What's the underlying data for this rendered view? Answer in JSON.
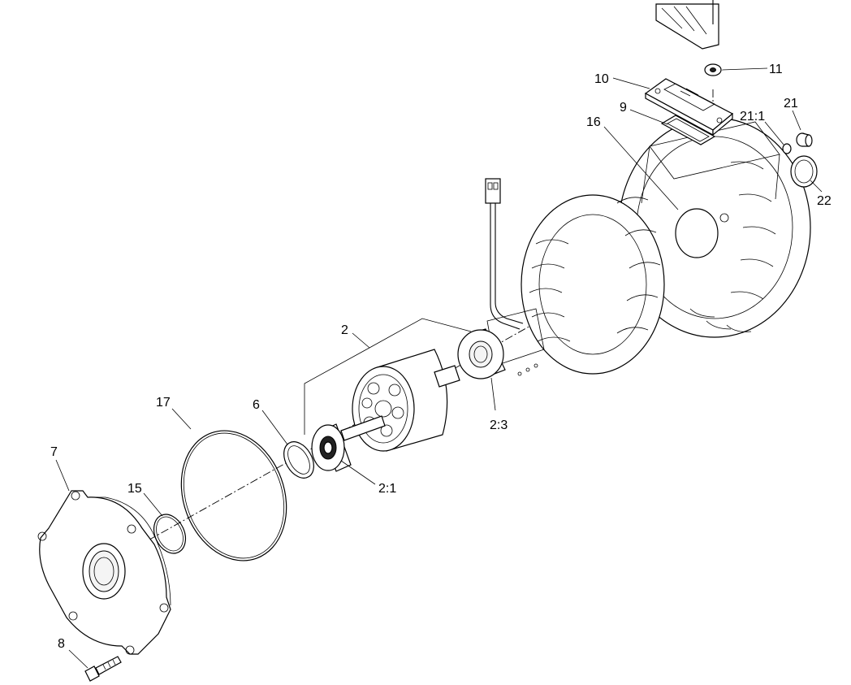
{
  "callouts": {
    "c2": "2",
    "c2_1": "2:1",
    "c2_3": "2:3",
    "c6": "6",
    "c7": "7",
    "c8": "8",
    "c9": "9",
    "c10": "10",
    "c11": "11",
    "c15": "15",
    "c16": "16",
    "c17": "17",
    "c21": "21",
    "c21_1": "21:1",
    "c22": "22"
  }
}
